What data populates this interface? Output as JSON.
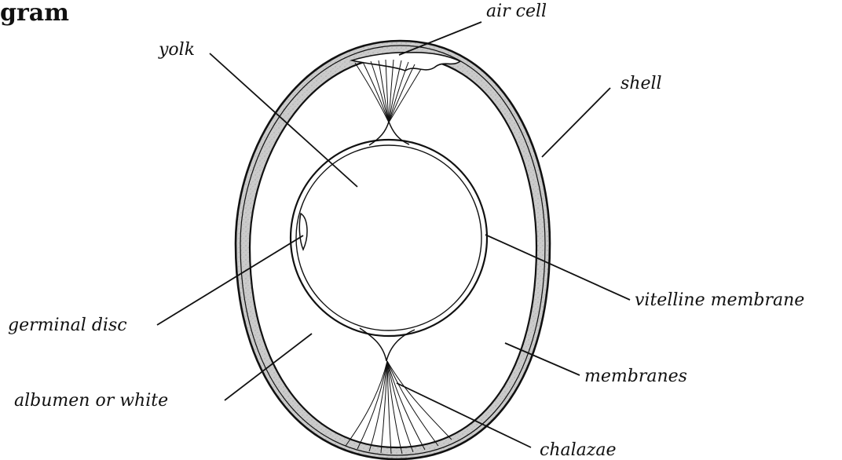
{
  "heading": "gram",
  "labels": {
    "air_cell": "air cell",
    "yolk": "yolk",
    "shell": "shell",
    "vitelline_membrane": "vitelline membrane",
    "germinal_disc": "germinal disc",
    "membranes": "membranes",
    "albumen": "albumen or white",
    "chalazae": "chalazae"
  },
  "colors": {
    "ink": "#111111",
    "membrane_fill": "#c8c8c8",
    "background": "#ffffff"
  }
}
